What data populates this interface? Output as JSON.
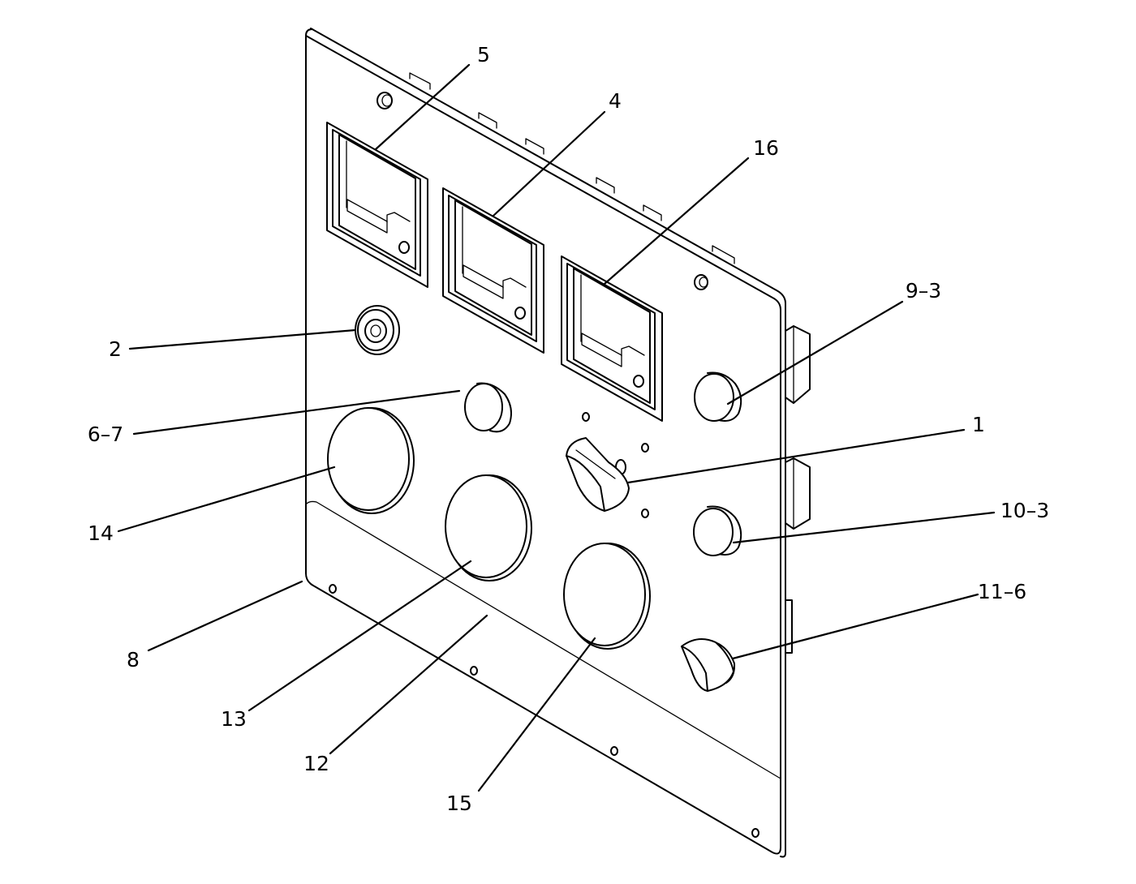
{
  "callouts": {
    "c1": "1",
    "c2": "2",
    "c4": "4",
    "c5": "5",
    "c6_7": "6–7",
    "c8": "8",
    "c9_3": "9–3",
    "c10_3": "10–3",
    "c11_6": "11–6",
    "c12": "12",
    "c13": "13",
    "c14": "14",
    "c15": "15",
    "c16": "16"
  }
}
